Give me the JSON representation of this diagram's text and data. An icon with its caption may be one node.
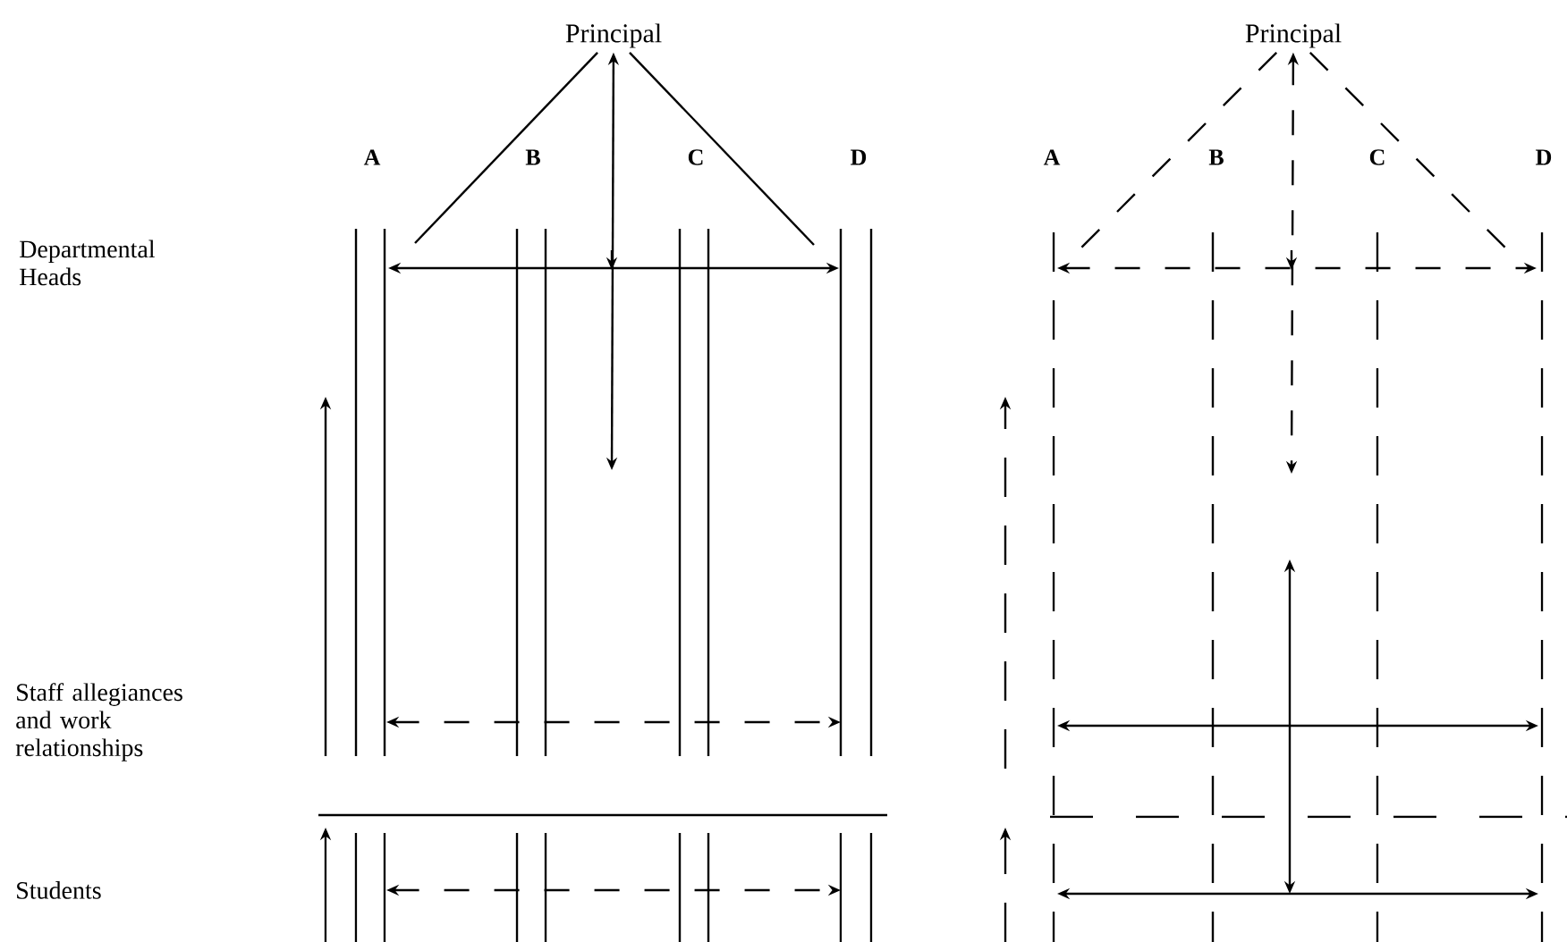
{
  "diagram": {
    "nodes": [
      {
        "text": [
          "Principal"
        ]
      },
      {
        "text": [
          "Principal"
        ]
      }
    ],
    "edges": [
      {
        "from": 0,
        "to": null,
        "arrow": "none"
      },
      {
        "from": 0,
        "to": null,
        "arrow": "none"
      },
      {
        "from": 0,
        "to": null,
        "arrow": "both"
      },
      {
        "from": 1,
        "to": null,
        "arrow": "none",
        "style": "dashed"
      },
      {
        "from": 1,
        "to": null,
        "arrow": "none",
        "style": "dashed"
      },
      {
        "from": 1,
        "to": null,
        "arrow": "both",
        "style": "dashed"
      }
    ],
    "labels": [
      "A",
      "B",
      "C",
      "D",
      "A",
      "B",
      "C",
      "D",
      "Departmental Heads",
      "Staff allegiances and work relationships",
      "Students"
    ]
  }
}
